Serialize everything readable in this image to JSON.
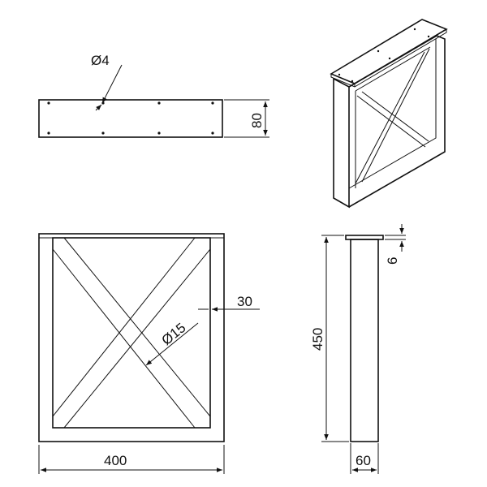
{
  "dimensions": {
    "screw_hole": "Ø4",
    "plate_height": "80",
    "frame_width": "400",
    "frame_height": "450",
    "tube_width": "30",
    "tube_depth": "60",
    "plate_thickness": "6",
    "diagonal_bar": "Ø15"
  },
  "colors": {
    "line": "#111111",
    "background": "#ffffff"
  },
  "icons": {
    "arrowheads": "dimension-arrow"
  }
}
